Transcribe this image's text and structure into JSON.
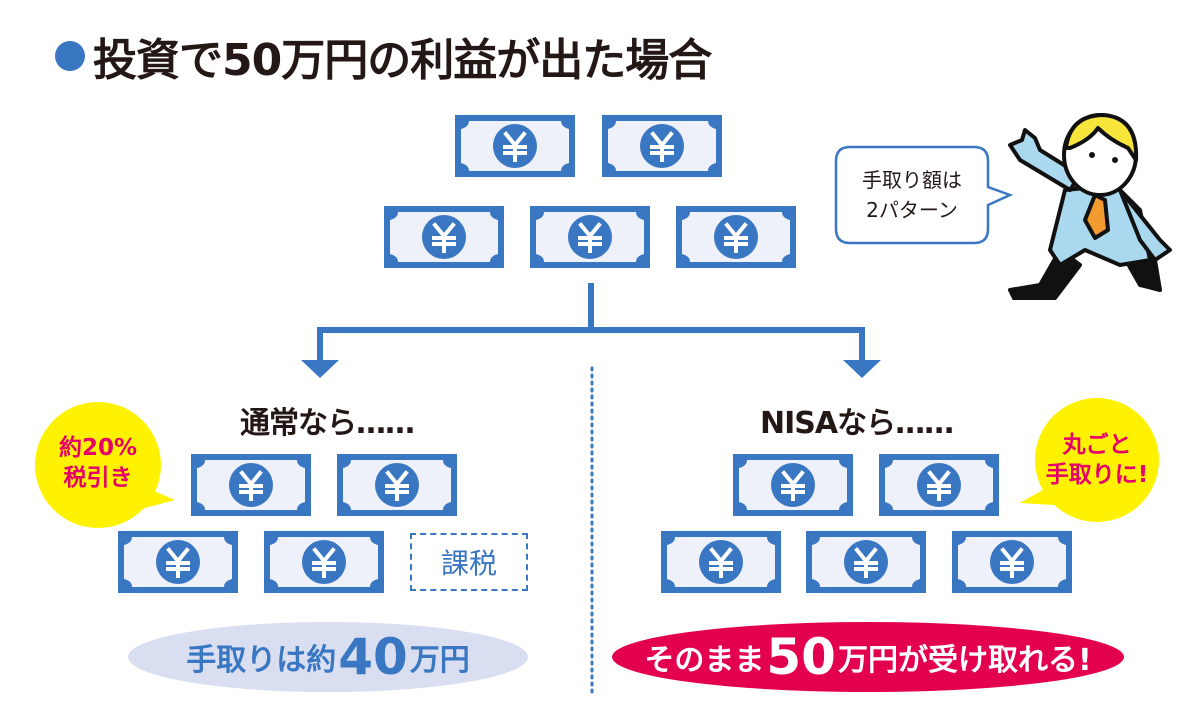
{
  "title": "投資で50万円の利益が出た場合",
  "colors": {
    "accent_blue": "#3a77c2",
    "bill_fill": "#eef0fa",
    "highlight_yellow": "#fff200",
    "note_text_pink": "#e5006a",
    "result_red": "#e3004f",
    "result_left_bg": "#d9def0"
  },
  "profit": {
    "bill_count": 5,
    "bill_icon": "yen-bill-icon"
  },
  "character": {
    "speech_line1": "手取り額は",
    "speech_line2": "2パターン"
  },
  "normal": {
    "heading": "通常なら……",
    "note_line1": "約20%",
    "note_line2": "税引き",
    "bill_count": 4,
    "tax_label": "課税",
    "result_prefix": "手取りは約",
    "result_number": "40",
    "result_suffix": "万円"
  },
  "nisa": {
    "heading": "NISAなら……",
    "note_line1": "丸ごと",
    "note_line2": "手取りに!",
    "bill_count": 5,
    "result_prefix": "そのまま",
    "result_number": "50",
    "result_suffix": "万円が受け取れる!"
  }
}
